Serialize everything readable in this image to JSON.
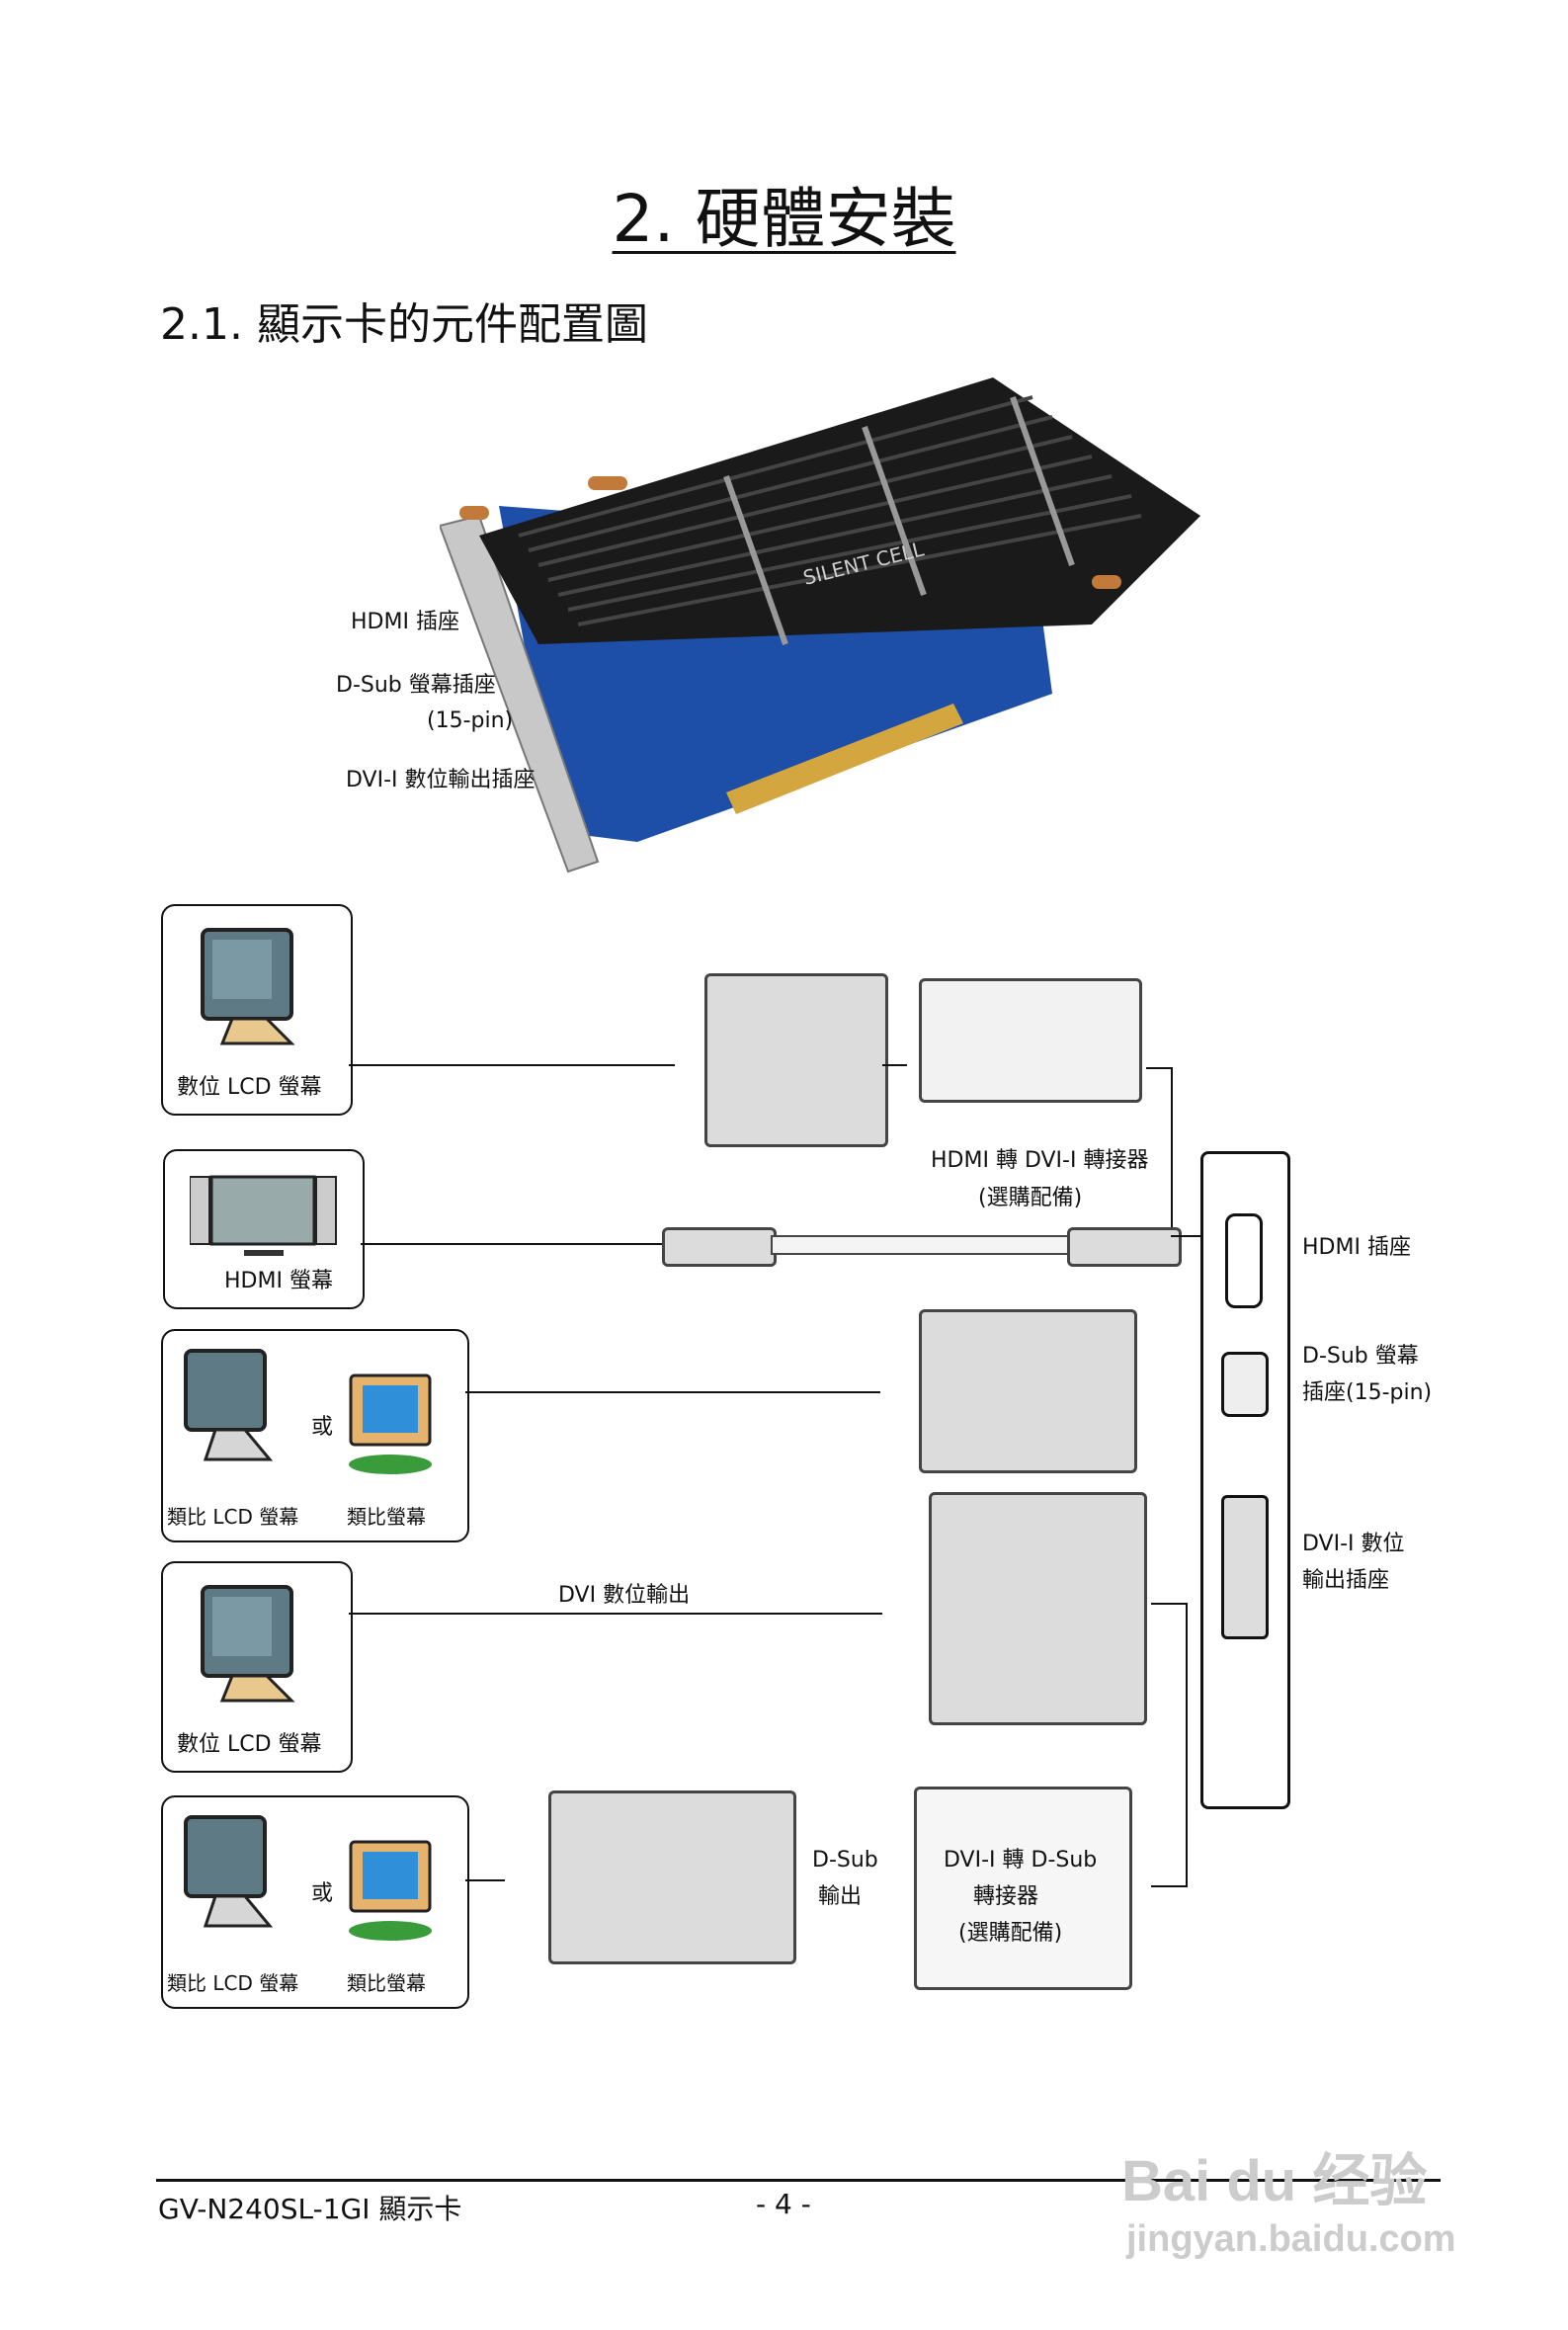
{
  "heading": "2. 硬體安裝",
  "subheading": "2.1. 顯示卡的元件配置圖",
  "card_labels": {
    "hdmi": "HDMI 插座",
    "dsub_line1": "D-Sub 螢幕插座",
    "dsub_line2": "(15-pin)",
    "dvi": "DVI-I 數位輸出插座"
  },
  "card_brand": "SILENT CELL",
  "monitors": {
    "digital_lcd_1": "數位 LCD 螢幕",
    "hdmi_monitor": "HDMI 螢幕",
    "analog_lcd_1": "類比 LCD 螢幕",
    "or_1": "或",
    "analog_crt_1": "類比螢幕",
    "digital_lcd_2": "數位 LCD 螢幕",
    "analog_lcd_2": "類比 LCD 螢幕",
    "or_2": "或",
    "analog_crt_2": "類比螢幕"
  },
  "adapters": {
    "hdmi_dvi_line1": "HDMI 轉 DVI-I 轉接器",
    "hdmi_dvi_line2": "(選購配備)",
    "dvi_output": "DVI 數位輸出",
    "dsub_out_line1": "D-Sub",
    "dsub_out_line2": "輸出",
    "dvi_dsub_line1": "DVI-I 轉 D-Sub",
    "dvi_dsub_line2": "轉接器",
    "dvi_dsub_line3": "(選購配備)"
  },
  "bracket_labels": {
    "hdmi": "HDMI 插座",
    "dsub_line1": "D-Sub 螢幕",
    "dsub_line2": "插座(15-pin)",
    "dvi_line1": "DVI-I 數位",
    "dvi_line2": "輸出插座"
  },
  "footer": {
    "model": "GV-N240SL-1GI 顯示卡",
    "page": "- 4 -"
  },
  "watermark": {
    "logo": "Bai du 经验",
    "url": "jingyan.baidu.com"
  }
}
